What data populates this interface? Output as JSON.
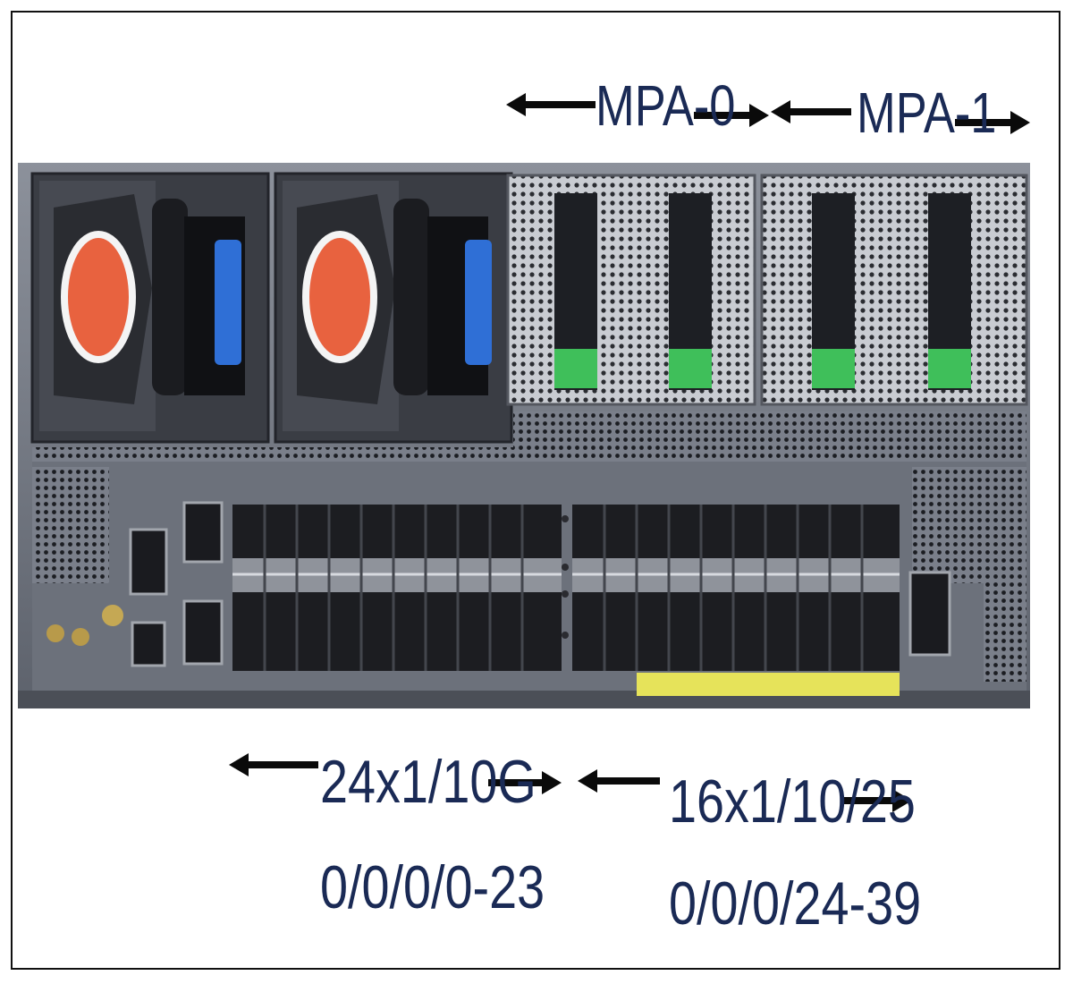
{
  "labels": {
    "mpa0": "MPA-0",
    "mpa1": "MPA-1",
    "group_a_speed": "24x1/10G",
    "group_a_ports": "0/0/0/0-23",
    "group_b_speed": "16x1/10/25",
    "group_b_ports": "0/0/0/24-39"
  },
  "colors": {
    "label_text": "#1a2a55",
    "arrow": "#0a0a0a",
    "chassis": "#6f7480",
    "psu_fan_ring": "#e8623f",
    "psu_latch": "#2f6fd6",
    "mpa_status_strip": "#3fbf5a",
    "port_highlight": "#e6e35a"
  },
  "hardware": {
    "power_supplies": 2,
    "mpa_slots": 2,
    "sfp_ports_group_a": 24,
    "sfp_ports_group_b": 16
  }
}
